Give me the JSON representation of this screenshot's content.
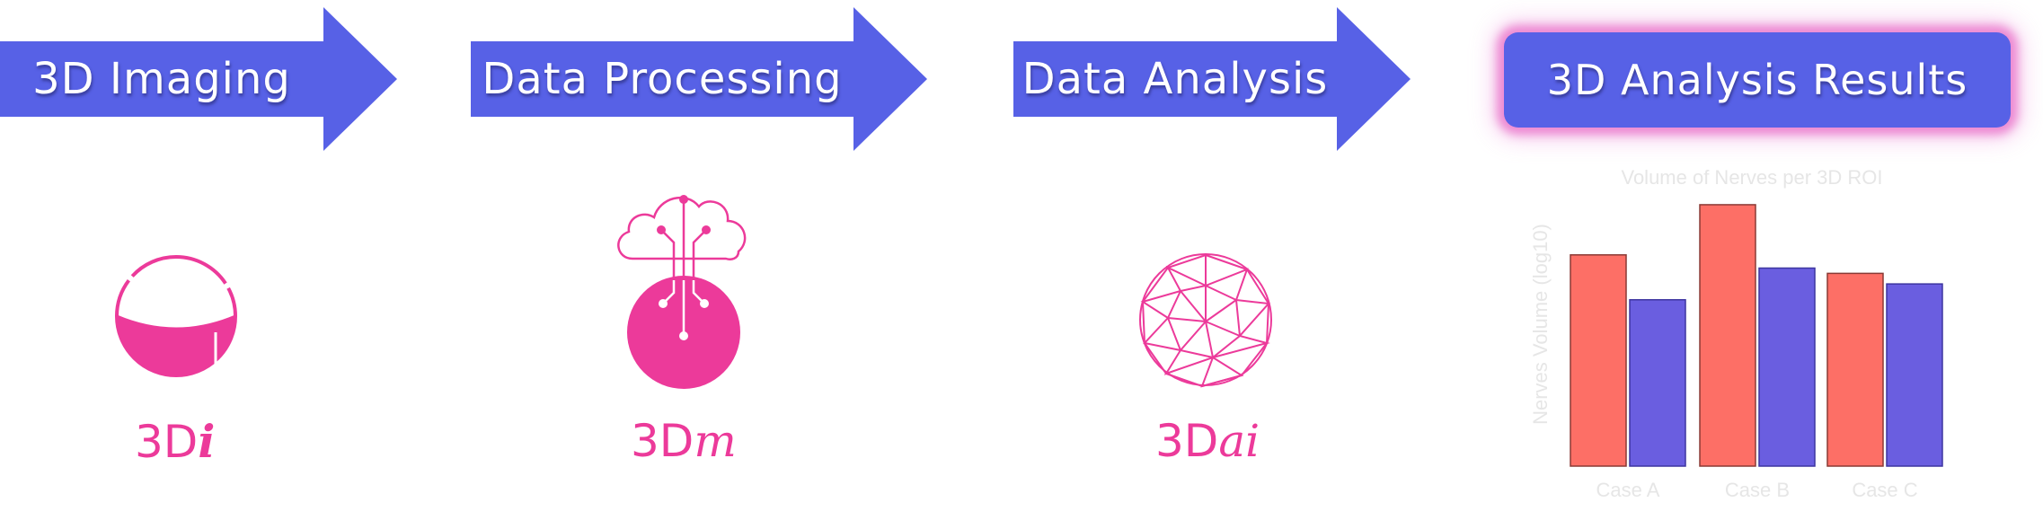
{
  "pipeline": {
    "steps": [
      {
        "label": "3D Imaging",
        "brand_prefix": "3D",
        "brand_suffix": "i",
        "icon": "sphere-icon"
      },
      {
        "label": "Data Processing",
        "brand_prefix": "3D",
        "brand_suffix": "m",
        "icon": "cloud-circuit-icon"
      },
      {
        "label": "Data Analysis",
        "brand_prefix": "3D",
        "brand_suffix": "ai",
        "icon": "geodesic-sphere-icon"
      }
    ],
    "results": {
      "label": "3D Analysis Results"
    }
  },
  "colors": {
    "arrow": "#5761e6",
    "brand": "#ec3a9a",
    "series_1": "#fd6f66",
    "series_2": "#6a5ee0",
    "chart_text": "#e6e6e6"
  },
  "chart_data": {
    "type": "bar",
    "title": "Volume of Nerves per 3D ROI",
    "xlabel": "",
    "ylabel": "Nerves Volume (log10)",
    "categories": [
      "Case A",
      "Case B",
      "Case C"
    ],
    "ylim": [
      0,
      1
    ],
    "grid": false,
    "legend": "none",
    "series": [
      {
        "values": [
          0.8,
          0.99,
          0.73
        ]
      },
      {
        "values": [
          0.63,
          0.75,
          0.69
        ]
      }
    ]
  }
}
